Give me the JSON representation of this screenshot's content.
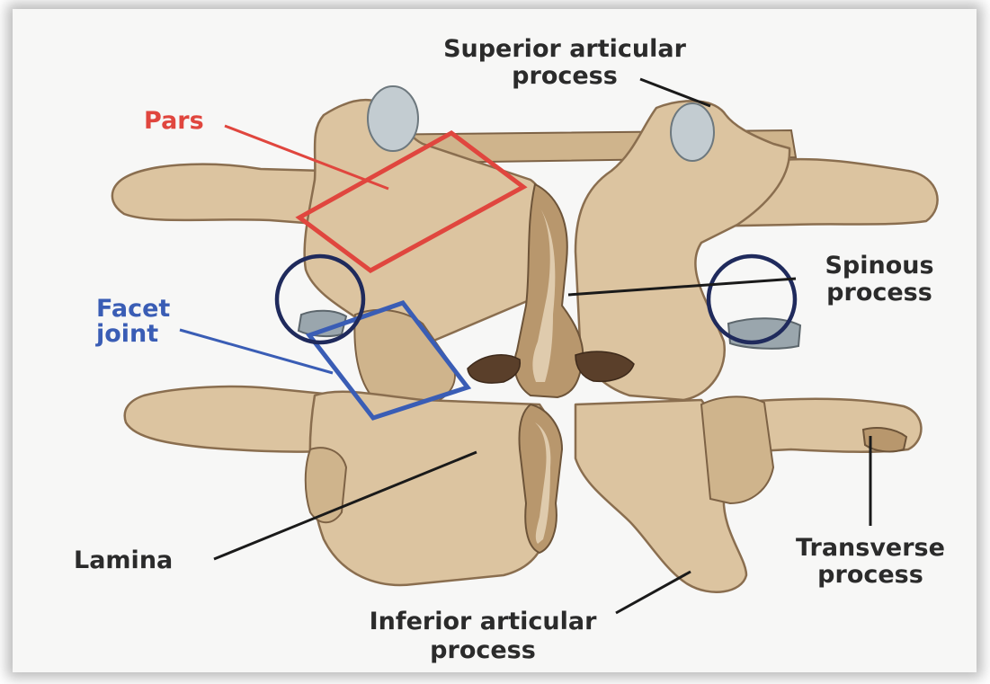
{
  "labels": {
    "superior_articular": [
      "Superior articular",
      "process"
    ],
    "pars": "Pars",
    "facet_joint": [
      "Facet",
      "joint"
    ],
    "spinous": [
      "Spinous",
      "process"
    ],
    "lamina": "Lamina",
    "transverse": [
      "Transverse",
      "process"
    ],
    "inferior_articular": [
      "Inferior articular",
      "process"
    ]
  },
  "colors": {
    "pars_highlight": "#e0463e",
    "facet_highlight": "#3a5db5",
    "circle_marker": "#1f2a5c",
    "bone": "#dcc4a0",
    "label_text": "#2b2b2b"
  }
}
